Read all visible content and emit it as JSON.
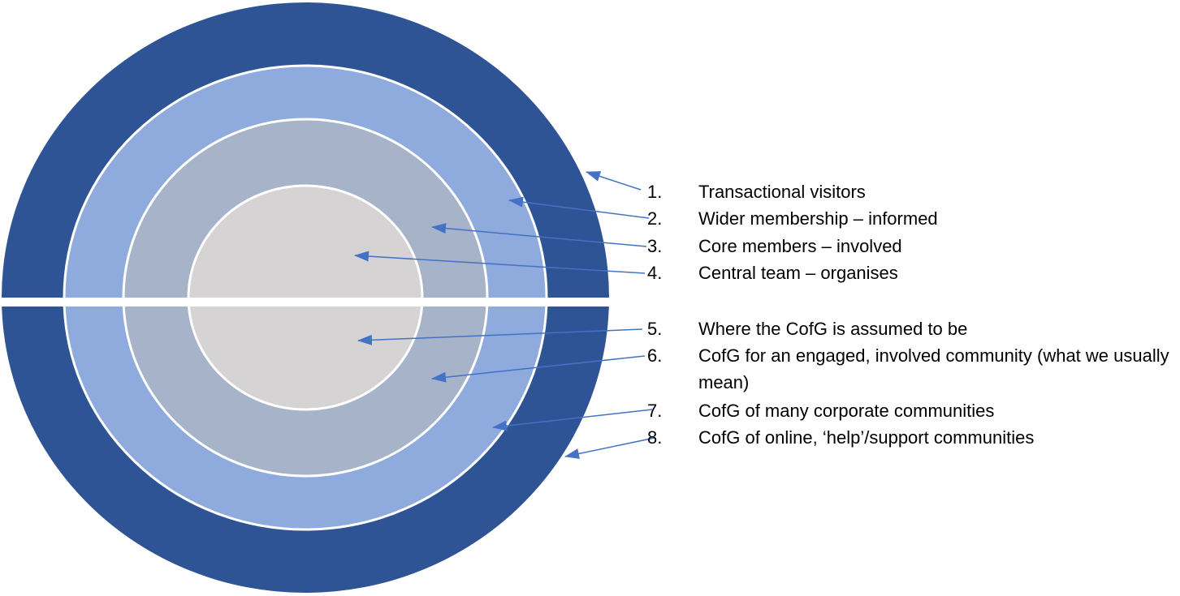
{
  "rings": {
    "outer": "#2F5496",
    "second": "#8FAADC",
    "third": "#A7B3C9",
    "center": "#D5D3D3"
  },
  "colors": {
    "arrow": "#4472C4",
    "divider": "#FFFFFF",
    "background": "#FFFFFF",
    "text": "#000000"
  },
  "legend": {
    "items": [
      {
        "number": "1.",
        "label": "Transactional visitors"
      },
      {
        "number": "2.",
        "label": "Wider membership – informed"
      },
      {
        "number": "3.",
        "label": "Core members – involved"
      },
      {
        "number": "4.",
        "label": "Central team – organises"
      },
      {
        "number": "5.",
        "label": "Where the CofG is assumed to be"
      },
      {
        "number": "6.",
        "label": "CofG for an engaged, involved community (what we usually mean)"
      },
      {
        "number": "7.",
        "label": "CofG of many corporate communities"
      },
      {
        "number": "8.",
        "label": "CofG of online, ‘help’/support communities"
      }
    ]
  }
}
